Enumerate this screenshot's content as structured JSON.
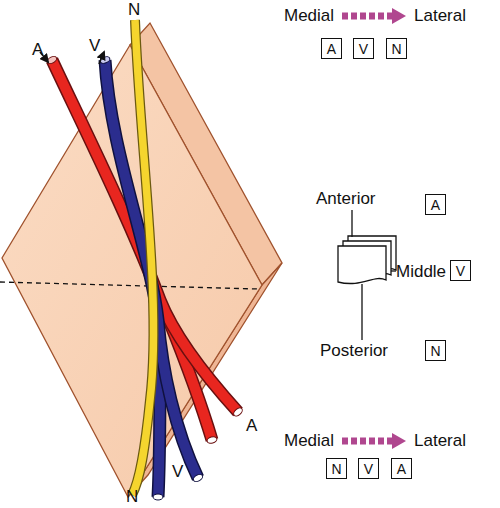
{
  "diagram": {
    "nodes": [
      {
        "text": [
          "A"
        ]
      },
      {
        "text": [
          "V"
        ]
      },
      {
        "text": [
          "N"
        ]
      },
      {
        "text": [
          "A"
        ]
      },
      {
        "text": [
          "V"
        ]
      },
      {
        "text": [
          "N"
        ]
      },
      {
        "text": [
          "N"
        ]
      },
      {
        "text": [
          "V"
        ]
      },
      {
        "text": [
          "A"
        ]
      }
    ],
    "labels": [
      "N",
      "A",
      "V",
      "Medial",
      "Lateral",
      "Anterior",
      "Middle",
      "Posterior",
      "A",
      "N",
      "V",
      "Medial",
      "Lateral"
    ]
  }
}
